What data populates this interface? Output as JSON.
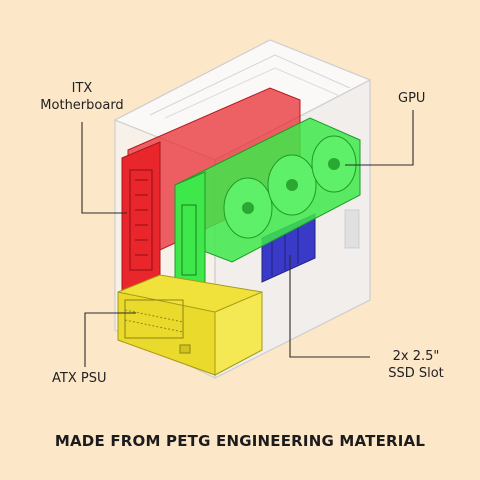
{
  "labels": {
    "motherboard": "ITX\nMotherboard",
    "gpu": "GPU",
    "psu": "ATX PSU",
    "ssd": "2x 2.5\"\nSSD Slot"
  },
  "footer": "MADE FROM PETG ENGINEERING MATERIAL",
  "colors": {
    "background": "#fde7c9",
    "case": "#f2f2f2",
    "motherboard": "#e8262c",
    "gpu": "#3ee84a",
    "psu": "#f0e23a",
    "ssd": "#3a3ac8"
  }
}
